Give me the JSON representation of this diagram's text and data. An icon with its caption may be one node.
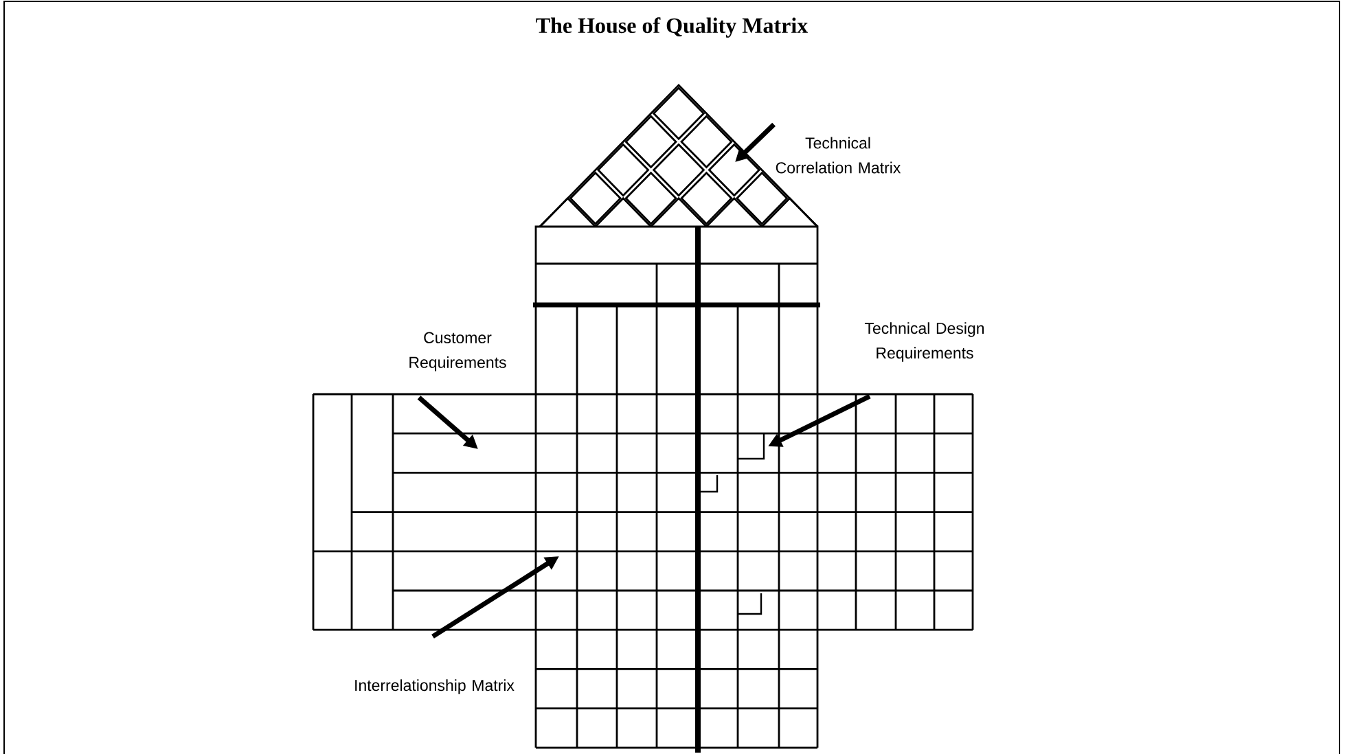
{
  "diagram": {
    "title": "The House of Quality Matrix",
    "nodes": [
      {
        "text": [
          "Technical Correlation Matrix"
        ]
      },
      {
        "text": [
          "Customer Requirements"
        ]
      },
      {
        "text": [
          "Technical Design Requirements"
        ]
      },
      {
        "text": [
          "Interrelationship Matrix"
        ]
      }
    ],
    "edges": [
      {
        "from": 0,
        "to": null,
        "arrow": "to"
      },
      {
        "from": 1,
        "to": null,
        "arrow": "to"
      },
      {
        "from": 2,
        "to": null,
        "arrow": "to"
      },
      {
        "from": 3,
        "to": null,
        "arrow": "to"
      }
    ]
  }
}
